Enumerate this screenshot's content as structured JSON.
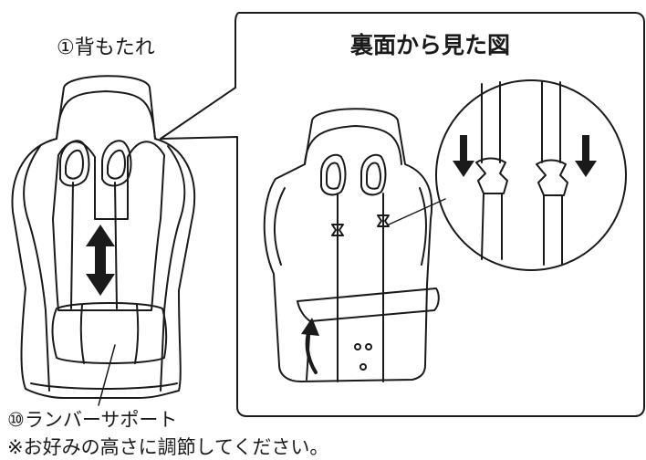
{
  "labels": {
    "backrest": "①背もたれ",
    "rear_view_title": "裏面から見た図",
    "lumbar_support": "⑩ランバーサポート",
    "note": "※お好みの高さに調節してください。"
  },
  "colors": {
    "line": "#1a1a1a",
    "background": "#ffffff"
  },
  "icons": {
    "front_adjust_arrow": "double-arrow-vertical-icon",
    "down_arrows": "arrow-down-icon",
    "flip_arrow": "curved-arrow-up-icon"
  }
}
